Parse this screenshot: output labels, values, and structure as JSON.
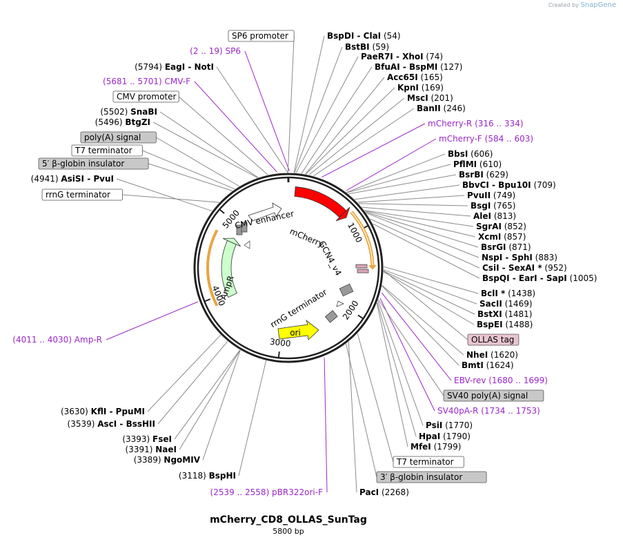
{
  "credit": {
    "prefix": "Created by",
    "brand": "SnapGene"
  },
  "plasmid": {
    "name": "mCherry_CD8_OLLAS_SunTag",
    "size_label": "5800 bp",
    "length_bp": 5800
  },
  "ticks": [
    {
      "bp": 1000,
      "label": "1000"
    },
    {
      "bp": 2000,
      "label": "2000"
    },
    {
      "bp": 3000,
      "label": "3000"
    },
    {
      "bp": 4000,
      "label": "4000"
    },
    {
      "bp": 5000,
      "label": "5000"
    }
  ],
  "features": [
    {
      "name": "mCherry",
      "start": 80,
      "end": 790,
      "color": "#ff0000",
      "direction": "forward"
    },
    {
      "name": "GCN4_v4",
      "start": 810,
      "end": 1440,
      "color": "#f7a32b",
      "direction": "forward"
    },
    {
      "name": "OLLAS tag",
      "start": 1450,
      "end": 1500,
      "color": "#d9a6b5",
      "direction": "none"
    },
    {
      "name": "ori",
      "start": 2540,
      "end": 3130,
      "color": "#ffff00",
      "direction": "forward"
    },
    {
      "name": "rrnG terminator",
      "start": 2010,
      "end": 2280,
      "color": "#999999",
      "direction": "none"
    },
    {
      "name": "AmpR",
      "start": 3930,
      "end": 4790,
      "color": "#ccffcc",
      "direction": "reverse"
    },
    {
      "name": "CMV enhancer",
      "start": 5130,
      "end": 5520,
      "color": "#ffffff",
      "direction": "forward"
    }
  ],
  "feature_labels": [
    {
      "text": "mCherry",
      "rot": 23
    },
    {
      "text": "GCN4_v4",
      "rot": 62
    },
    {
      "text": "ori",
      "rot": 0
    },
    {
      "text": "AmpR",
      "rot": -70
    },
    {
      "text": "CMV enhancer",
      "rot": -12
    },
    {
      "text": "rrnG terminator",
      "rot": -32
    }
  ],
  "boxed_labels": [
    {
      "text": "SP6 promoter",
      "style": "white"
    },
    {
      "text": "CMV promoter",
      "style": "white"
    },
    {
      "text": "poly(A) signal",
      "style": "gray"
    },
    {
      "text": "T7 terminator",
      "style": "white"
    },
    {
      "text": "5′ β-globin insulator",
      "style": "gray"
    },
    {
      "text": "rrnG terminator",
      "style": "white"
    },
    {
      "text": "OLLAS tag",
      "style": "pink"
    },
    {
      "text": "SV40 poly(A) signal",
      "style": "gray"
    },
    {
      "text": "T7 terminator",
      "style": "white"
    },
    {
      "text": "3′ β-globin insulator",
      "style": "gray"
    }
  ],
  "primers": [
    {
      "range": "(2 .. 19)",
      "name": "SP6"
    },
    {
      "range": "(5681 .. 5701)",
      "name": "CMV-F"
    },
    {
      "range": "(316 .. 334)",
      "name": "mCherry-R"
    },
    {
      "range": "(584 .. 603)",
      "name": "mCherry-F"
    },
    {
      "range": "(4011 .. 4030)",
      "name": "Amp-R"
    },
    {
      "range": "(1680 .. 1699)",
      "name": "EBV-rev"
    },
    {
      "range": "(1734 .. 1753)",
      "name": "SV40pA-R"
    },
    {
      "range": "(2539 .. 2558)",
      "name": "pBR322ori-F"
    }
  ],
  "sites_right": [
    {
      "names": [
        "BspDI",
        "ClaI"
      ],
      "pos": "(54)"
    },
    {
      "names": [
        "BstBI"
      ],
      "pos": "(59)"
    },
    {
      "names": [
        "PaeR7I",
        "XhoI"
      ],
      "pos": "(74)"
    },
    {
      "names": [
        "BfuAI",
        "BspMI"
      ],
      "pos": "(127)"
    },
    {
      "names": [
        "Acc65I"
      ],
      "pos": "(165)"
    },
    {
      "names": [
        "KpnI"
      ],
      "pos": "(169)"
    },
    {
      "names": [
        "MscI"
      ],
      "pos": "(201)"
    },
    {
      "names": [
        "BanII"
      ],
      "pos": "(246)"
    },
    {
      "names": [
        "BbsI"
      ],
      "pos": "(606)"
    },
    {
      "names": [
        "PflMI"
      ],
      "pos": "(610)"
    },
    {
      "names": [
        "BsrBI"
      ],
      "pos": "(629)"
    },
    {
      "names": [
        "BbvCI",
        "Bpu10I"
      ],
      "pos": "(709)"
    },
    {
      "names": [
        "PvuII"
      ],
      "pos": "(749)"
    },
    {
      "names": [
        "BsgI"
      ],
      "pos": "(765)"
    },
    {
      "names": [
        "AleI"
      ],
      "pos": "(813)"
    },
    {
      "names": [
        "SgrAI"
      ],
      "pos": "(852)"
    },
    {
      "names": [
        "XcmI"
      ],
      "pos": "(857)"
    },
    {
      "names": [
        "BsrGI"
      ],
      "pos": "(871)"
    },
    {
      "names": [
        "NspI",
        "SphI"
      ],
      "pos": "(883)"
    },
    {
      "names": [
        "CsiI",
        "SexAI *"
      ],
      "pos": "(952)"
    },
    {
      "names": [
        "BspQI",
        "EarI",
        "SapI"
      ],
      "pos": "(1005)"
    },
    {
      "names": [
        "BclI *"
      ],
      "pos": "(1438)"
    },
    {
      "names": [
        "SacII"
      ],
      "pos": "(1469)"
    },
    {
      "names": [
        "BstXI"
      ],
      "pos": "(1481)"
    },
    {
      "names": [
        "BspEI"
      ],
      "pos": "(1488)"
    },
    {
      "names": [
        "NheI"
      ],
      "pos": "(1620)"
    },
    {
      "names": [
        "BmtI"
      ],
      "pos": "(1624)"
    },
    {
      "names": [
        "PsiI"
      ],
      "pos": "(1770)"
    },
    {
      "names": [
        "HpaI"
      ],
      "pos": "(1790)"
    },
    {
      "names": [
        "MfeI"
      ],
      "pos": "(1799)"
    },
    {
      "names": [
        "PacI"
      ],
      "pos": "(2268)"
    }
  ],
  "sites_left": [
    {
      "names": [
        "EagI",
        "NotI"
      ],
      "pos": "(5794)"
    },
    {
      "names": [
        "SnaBI"
      ],
      "pos": "(5502)"
    },
    {
      "names": [
        "BtgZI"
      ],
      "pos": "(5496)"
    },
    {
      "names": [
        "AsiSI",
        "PvuI"
      ],
      "pos": "(4941)"
    },
    {
      "names": [
        "KflI",
        "PpuMI"
      ],
      "pos": "(3630)"
    },
    {
      "names": [
        "AscI",
        "BssHII"
      ],
      "pos": "(3539)"
    },
    {
      "names": [
        "FseI"
      ],
      "pos": "(3393)"
    },
    {
      "names": [
        "NaeI"
      ],
      "pos": "(3391)"
    },
    {
      "names": [
        "NgoMIV"
      ],
      "pos": "(3389)"
    },
    {
      "names": [
        "BspHI"
      ],
      "pos": "(3118)"
    }
  ]
}
